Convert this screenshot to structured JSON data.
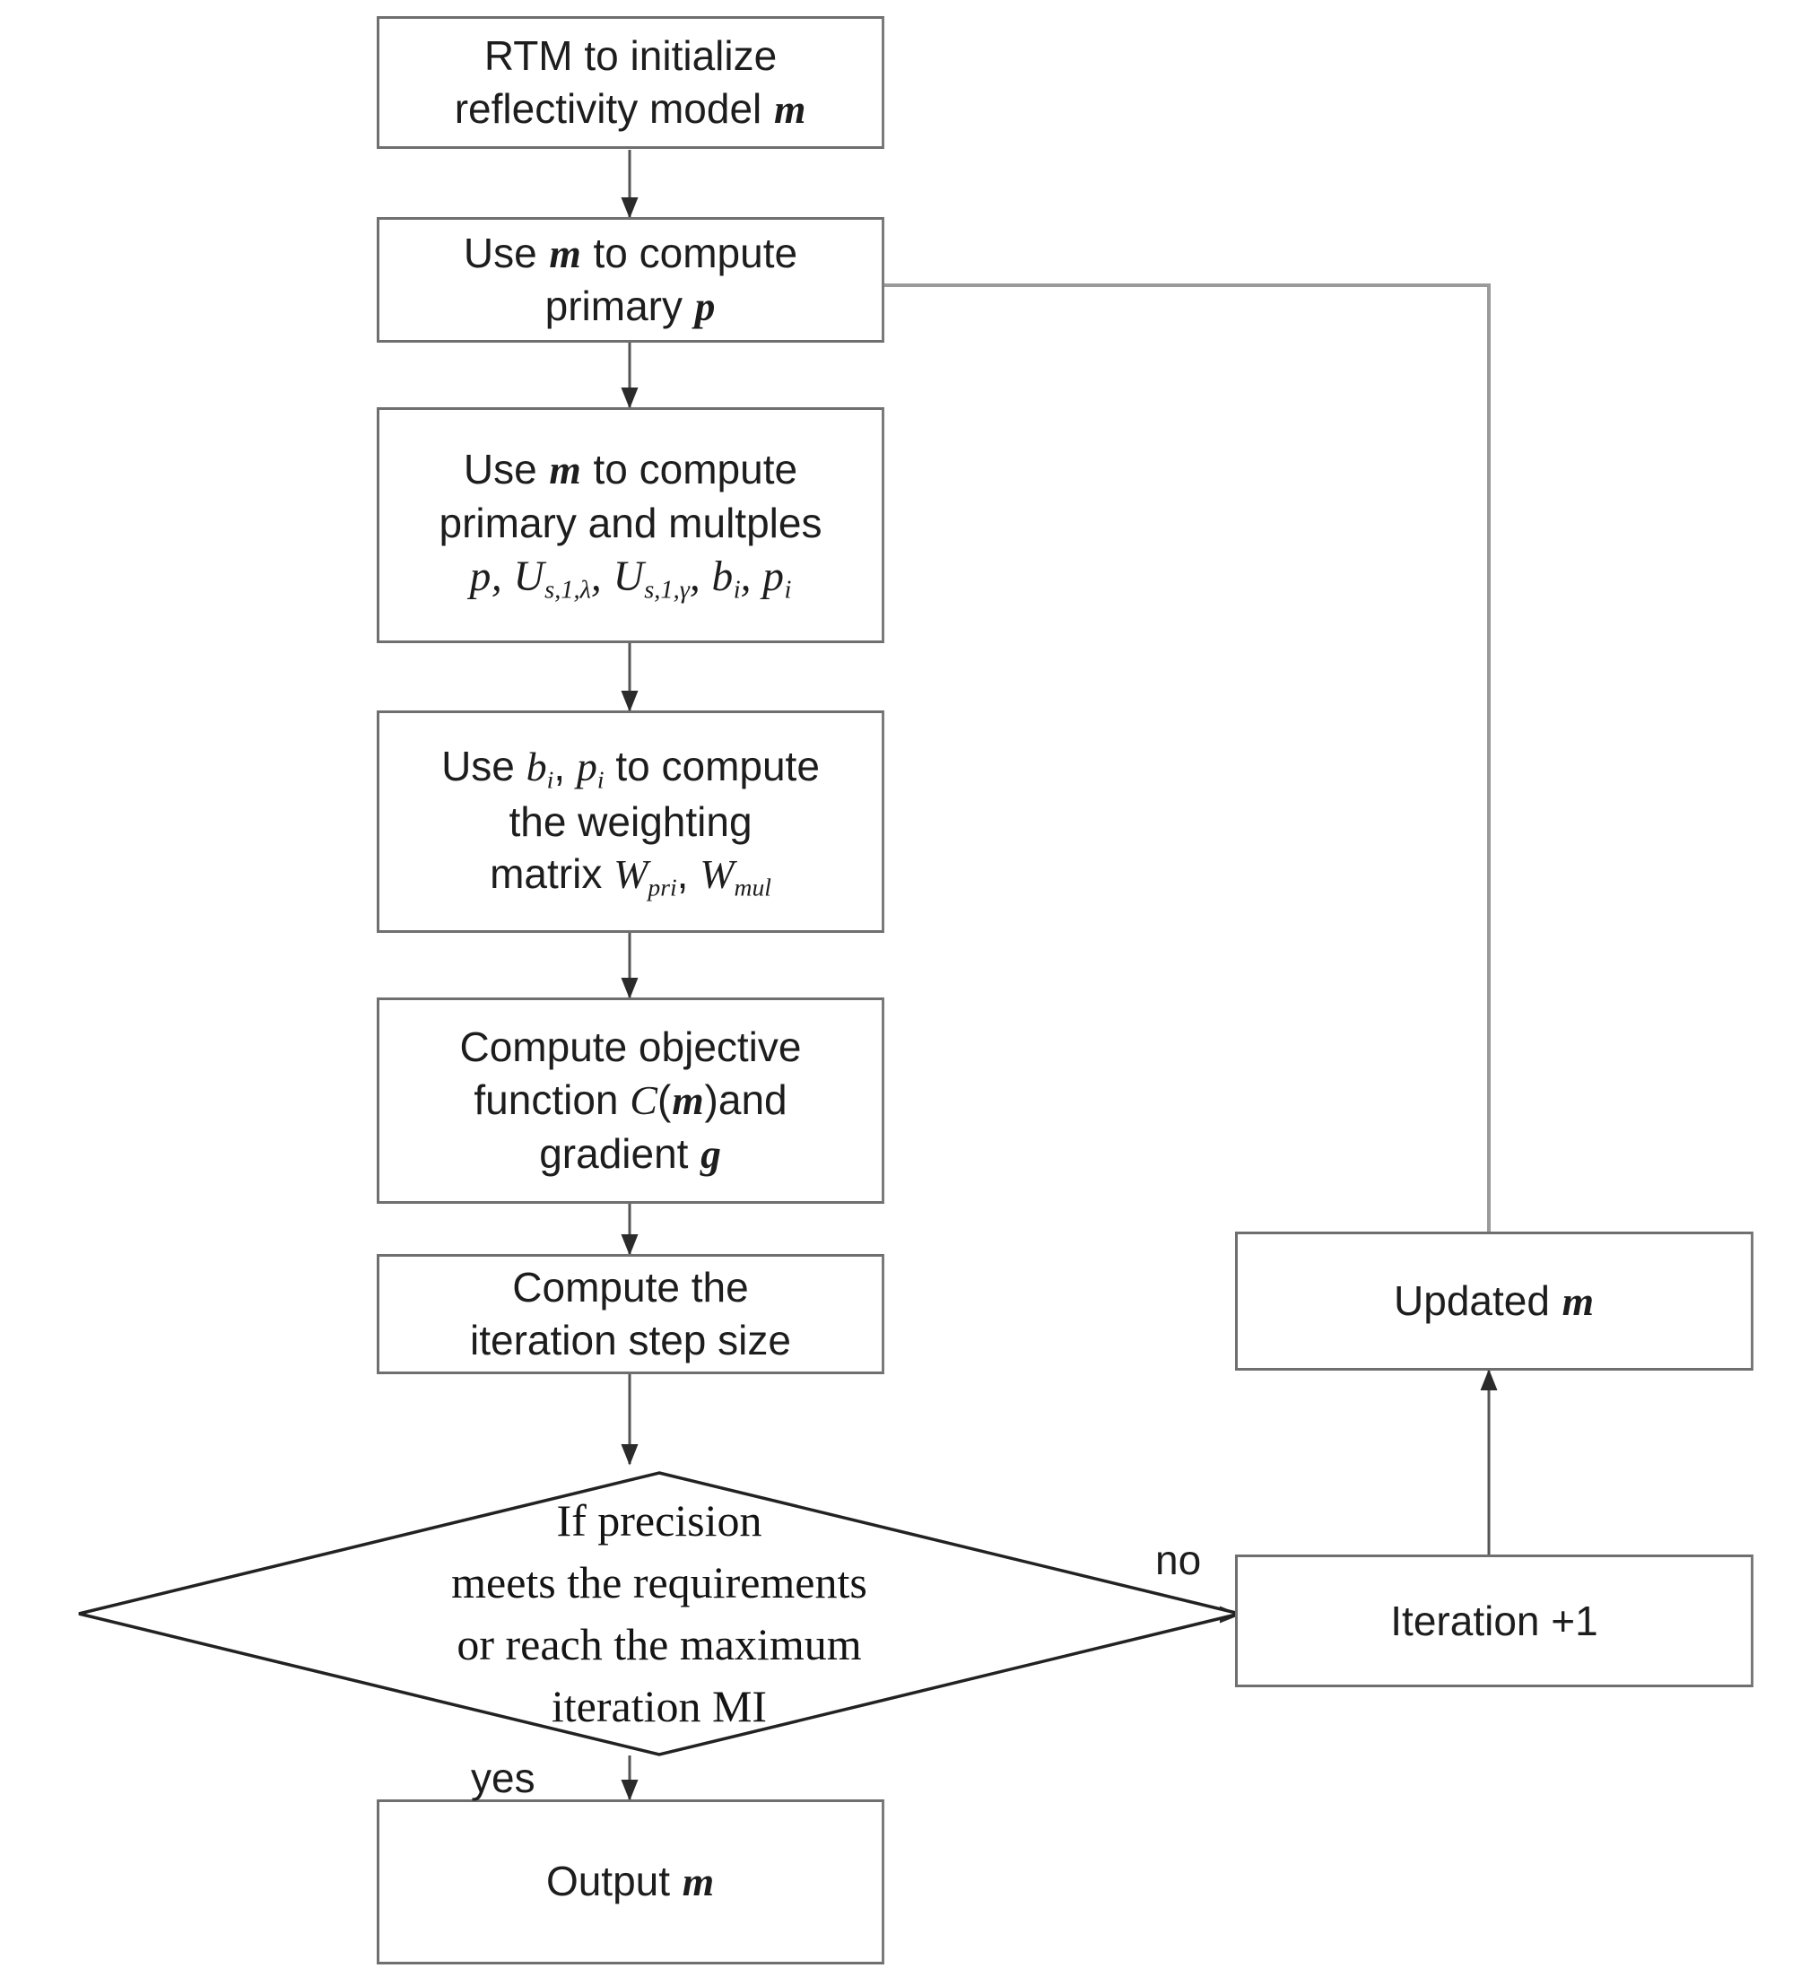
{
  "diagram": {
    "title": "Iterative reflectivity inversion flowchart",
    "type": "flowchart",
    "stroke_color": "#6f6f6f",
    "arrow_color": "#3a3a3a",
    "background": "#ffffff"
  },
  "nodes": {
    "rtm_init": {
      "shape": "process",
      "line1": "RTM to initialize",
      "line2_pre": "reflectivity model ",
      "line2_var": "m"
    },
    "compute_primary": {
      "shape": "process",
      "line1_pre": "Use ",
      "line1_var": "m",
      "line1_post": " to compute",
      "line2_pre": "primary ",
      "line2_var": "p"
    },
    "compute_primary_multiples": {
      "shape": "process",
      "line1_pre": "Use ",
      "line1_var": "m",
      "line1_post": " to compute",
      "line2": "primary and multples",
      "formula": "p, U(s,1,λ), U(s,1,γ), b(i), p(i)",
      "formula_parts": {
        "p": "p",
        "u1_base": "U",
        "u1_sub": "s,1,λ",
        "u2_base": "U",
        "u2_sub": "s,1,γ",
        "b_base": "b",
        "b_sub": "i",
        "pi_base": "p",
        "pi_sub": "i"
      }
    },
    "compute_weighting": {
      "shape": "process",
      "line1_pre": "Use ",
      "line1_b": "b",
      "line1_b_sub": "i",
      "line1_mid": ", ",
      "line1_p": "p",
      "line1_p_sub": "i",
      "line1_post": " to compute",
      "line2": "the weighting",
      "line3_pre": "matrix ",
      "line3_w1": "W",
      "line3_w1_sub": "pri",
      "line3_mid": ", ",
      "line3_w2": "W",
      "line3_w2_sub": "mul"
    },
    "compute_objective": {
      "shape": "process",
      "line1": "Compute objective",
      "line2_pre": "function ",
      "line2_c": "C",
      "line2_paren_open": "(",
      "line2_m": "m",
      "line2_paren_close": ")",
      "line2_post": "and",
      "line3_pre": "gradient ",
      "line3_var": "g"
    },
    "compute_step": {
      "shape": "process",
      "line1": "Compute the",
      "line2": "iteration step size"
    },
    "decision": {
      "shape": "decision",
      "line1": "If precision",
      "line2": "meets the requirements",
      "line3": "or reach the maximum",
      "line4": "iteration MI"
    },
    "output": {
      "shape": "process",
      "line1_pre": "Output ",
      "line1_var": "m"
    },
    "updated_model": {
      "shape": "process",
      "line1_pre": "Updated ",
      "line1_var": "m"
    },
    "iteration_plus": {
      "shape": "process",
      "line1": "Iteration +1"
    }
  },
  "edge_labels": {
    "yes": "yes",
    "no": "no"
  }
}
